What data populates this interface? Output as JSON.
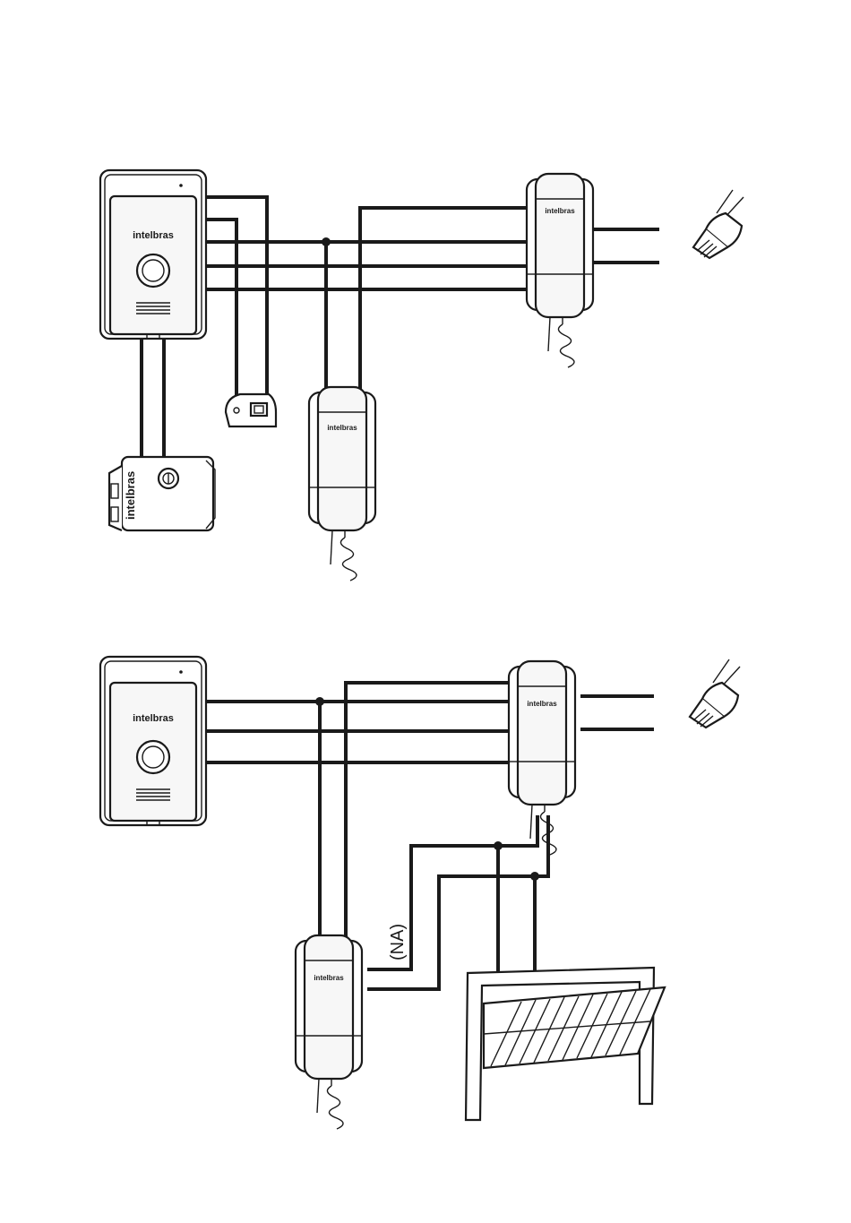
{
  "brand": {
    "name": "intelbras"
  },
  "labels": {
    "normally_open": "(NA)"
  },
  "devices": [
    {
      "id": "door-station-1",
      "kind": "door station"
    },
    {
      "id": "electric-lock",
      "kind": "electric lock"
    },
    {
      "id": "push-button",
      "kind": "exit button"
    },
    {
      "id": "handset-1a",
      "kind": "interphone handset"
    },
    {
      "id": "handset-1b",
      "kind": "interphone handset"
    },
    {
      "id": "power-plug-1",
      "kind": "mains plug"
    },
    {
      "id": "door-station-2",
      "kind": "door station"
    },
    {
      "id": "handset-2a",
      "kind": "interphone handset"
    },
    {
      "id": "handset-2b",
      "kind": "interphone handset"
    },
    {
      "id": "power-plug-2",
      "kind": "mains plug"
    },
    {
      "id": "garage-gate",
      "kind": "gate motor"
    }
  ],
  "colors": {
    "stroke": "#1a1a1a",
    "background": "#ffffff"
  }
}
